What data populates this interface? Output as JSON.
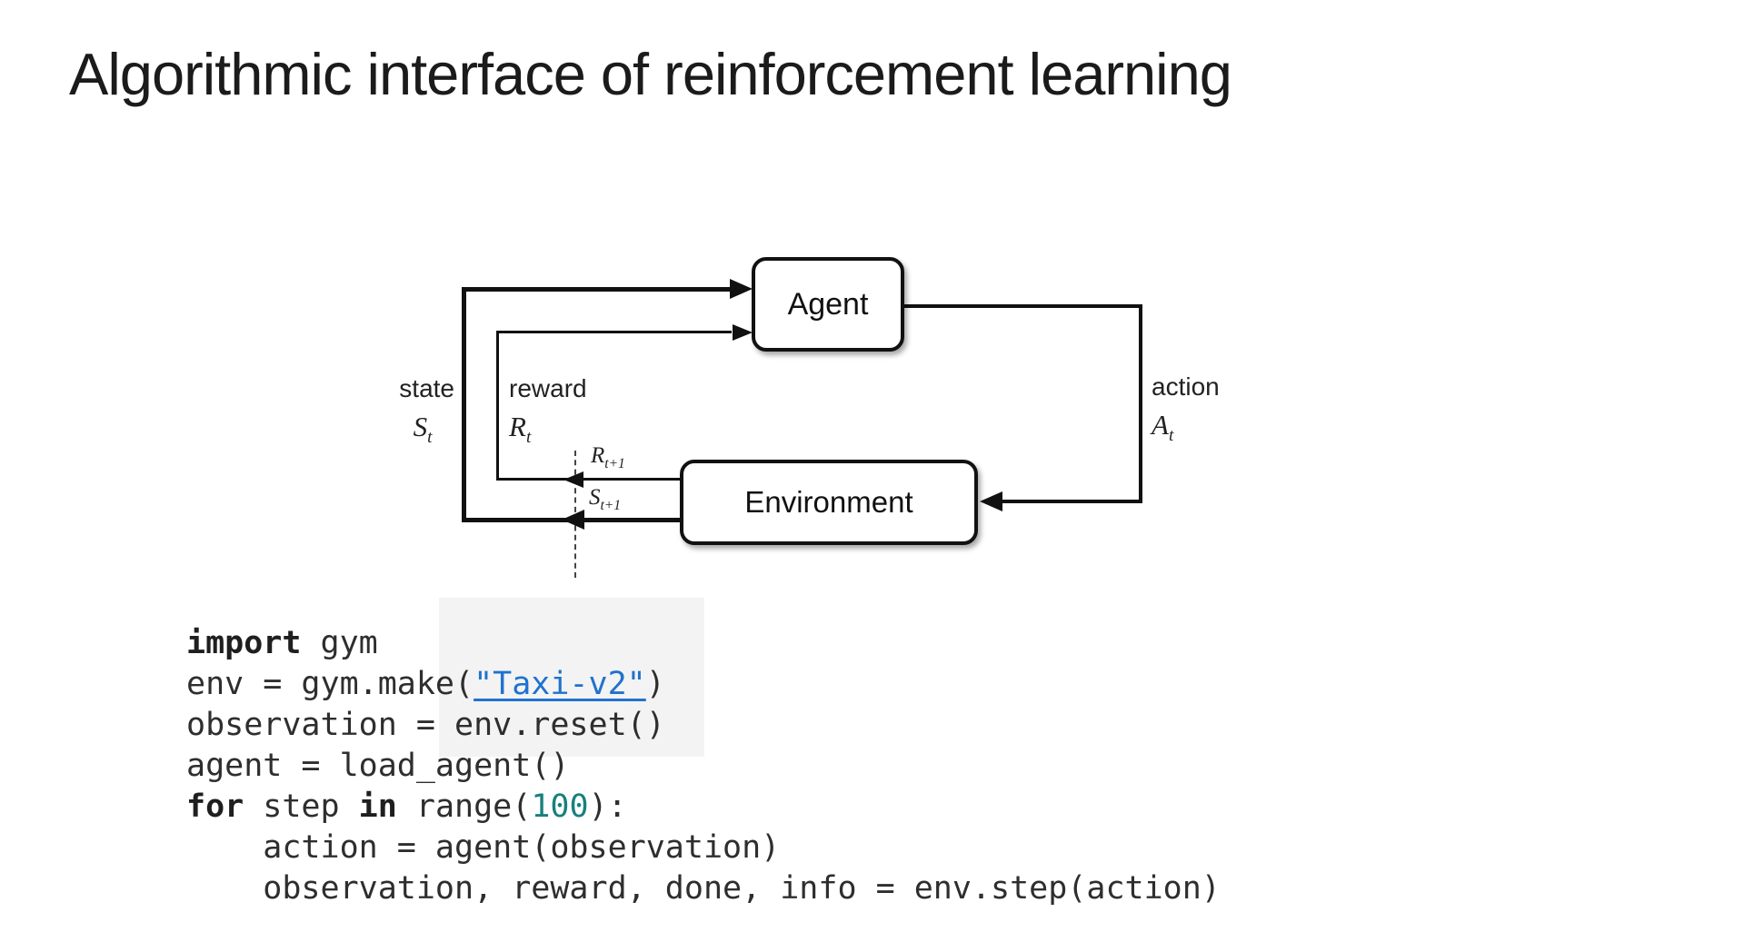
{
  "slide": {
    "title": "Algorithmic interface of reinforcement learning"
  },
  "diagram": {
    "agent_label": "Agent",
    "environment_label": "Environment",
    "state_label": "state",
    "state_symbol": "S",
    "state_sub": "t",
    "reward_label": "reward",
    "reward_symbol": "R",
    "reward_sub": "t",
    "action_label": "action",
    "action_symbol": "A",
    "action_sub": "t",
    "next_reward_symbol": "R",
    "next_reward_sub": "t+1",
    "next_state_symbol": "S",
    "next_state_sub": "t+1"
  },
  "code": {
    "lines": [
      [
        {
          "t": "import",
          "s": "kw"
        },
        {
          "t": " gym",
          "s": "p"
        }
      ],
      [
        {
          "t": "env = gym.make(",
          "s": "p"
        },
        {
          "t": "\"Taxi-v2\"",
          "s": "link"
        },
        {
          "t": ")",
          "s": "p"
        }
      ],
      [
        {
          "t": "observation = env.reset()",
          "s": "p"
        }
      ],
      [
        {
          "t": "agent = load_agent()",
          "s": "p"
        }
      ],
      [
        {
          "t": "for",
          "s": "kw"
        },
        {
          "t": " step ",
          "s": "p"
        },
        {
          "t": "in",
          "s": "kw"
        },
        {
          "t": " range(",
          "s": "p"
        },
        {
          "t": "100",
          "s": "num"
        },
        {
          "t": "):",
          "s": "p"
        }
      ],
      [
        {
          "t": "    action = agent(observation)",
          "s": "p"
        }
      ],
      [
        {
          "t": "    observation, reward, done, info = env.step(action)",
          "s": "p"
        }
      ]
    ]
  },
  "colors": {
    "link_blue": "#1f72cf",
    "number_teal": "#18807d",
    "code_text": "#2e2e2e",
    "diagram_ink": "#111111"
  }
}
